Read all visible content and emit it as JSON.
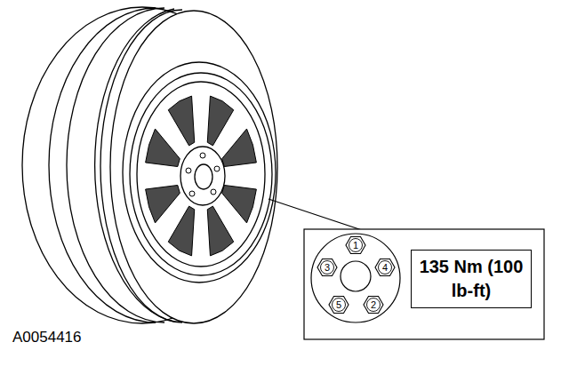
{
  "diagram": {
    "nodes": [
      {
        "text": [
          "1"
        ]
      },
      {
        "text": [
          "3"
        ]
      },
      {
        "text": [
          "4"
        ]
      },
      {
        "text": [
          "5"
        ]
      },
      {
        "text": [
          "2"
        ]
      },
      {
        "text": [
          "135 Nm (100 lb-ft)"
        ]
      }
    ],
    "labels": [
      "A0054416"
    ]
  }
}
